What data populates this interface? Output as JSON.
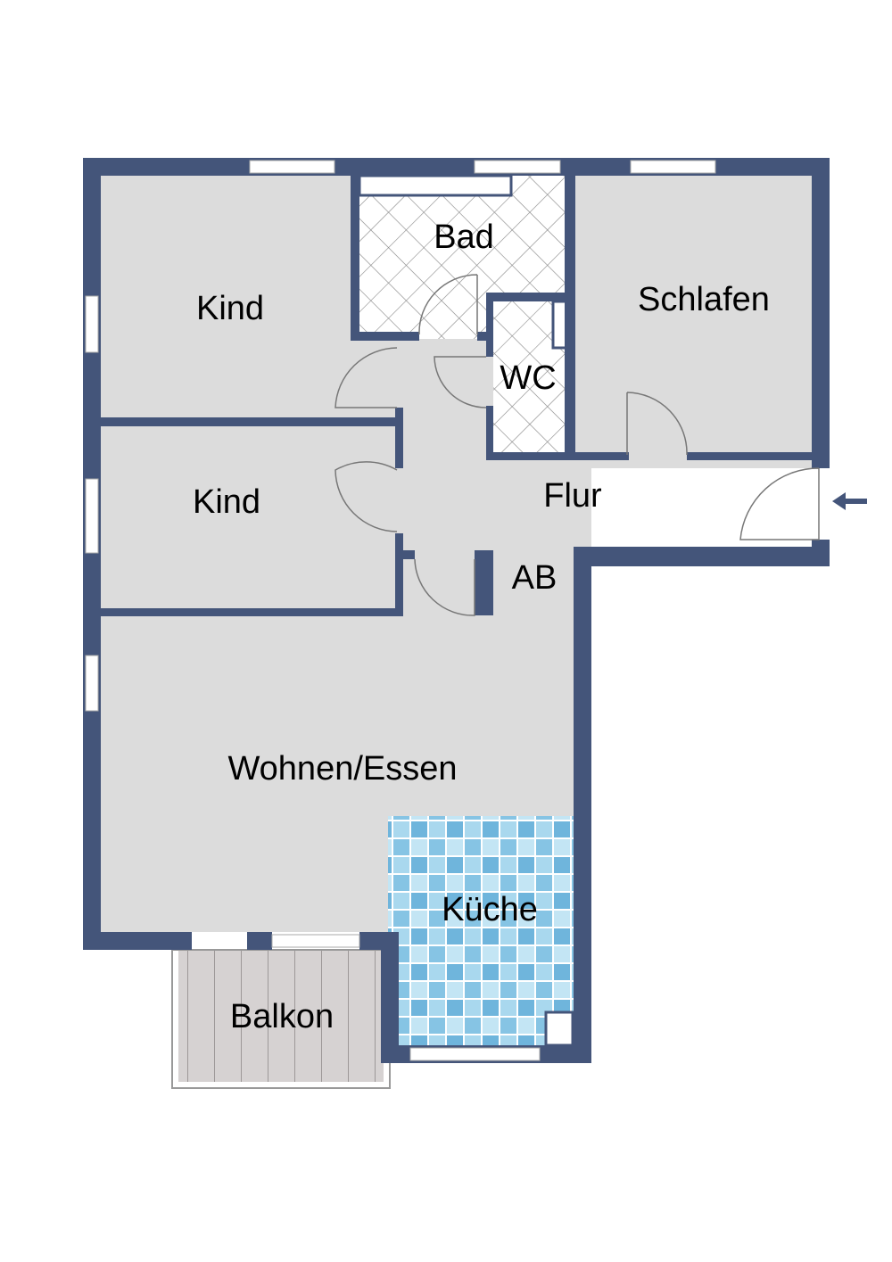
{
  "rooms": {
    "kind_top": "Kind",
    "bad": "Bad",
    "schlafen": "Schlafen",
    "wc": "WC",
    "kind_middle": "Kind",
    "flur": "Flur",
    "ab": "AB",
    "wohnen": "Wohnen/Essen",
    "kueche": "Küche",
    "balkon": "Balkon"
  },
  "colors": {
    "wall": "#44557a",
    "floor": "#dcdcdc",
    "kitchen_tile": "#8ec9e6",
    "balcony": "#d3cfcf"
  },
  "icons": [
    "entrance-arrow-icon"
  ]
}
